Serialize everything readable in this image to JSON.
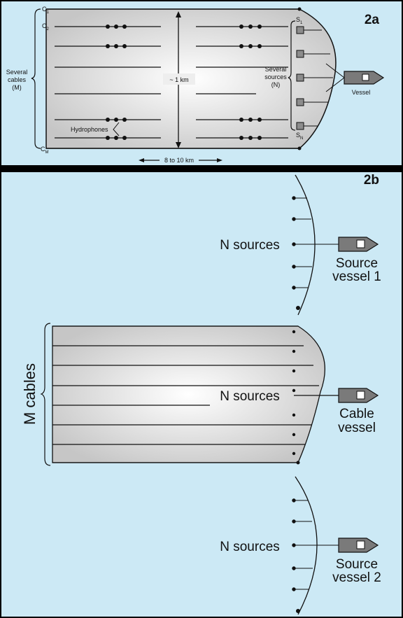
{
  "panel_a": {
    "id": "2a",
    "cable_labels": {
      "c1": "C",
      "c1_sub": "1",
      "c2": "C",
      "c2_sub": "2",
      "cm": "C",
      "cm_sub": "M"
    },
    "source_labels": {
      "s1": "S",
      "s1_sub": "1",
      "sn": "S",
      "sn_sub": "N"
    },
    "several_cables": [
      "Several",
      "cables",
      "(M)"
    ],
    "several_sources": [
      "Several",
      "sources",
      "(N)"
    ],
    "width_label": "~ 1 km",
    "length_label": "8 to 10 km",
    "hydrophones_label": "Hydrophones",
    "vessel_label": "Vessel"
  },
  "panel_b": {
    "id": "2b",
    "top_sources_label": "N sources",
    "top_vessel_label": [
      "Source",
      "vessel 1"
    ],
    "middle_sources_label": "N sources",
    "middle_vessel_label": [
      "Cable",
      "vessel"
    ],
    "cables_label": "M cables",
    "bottom_sources_label": "N sources",
    "bottom_vessel_label": [
      "Source",
      "vessel 2"
    ]
  },
  "colors": {
    "background": "#cce9f5",
    "border": "#000000",
    "spread_center": "#ffffff",
    "spread_edge": "#c8c8c8",
    "line": "#111111",
    "vessel_fill": "#7a7a7a",
    "source_box": "#8c8c8c"
  }
}
